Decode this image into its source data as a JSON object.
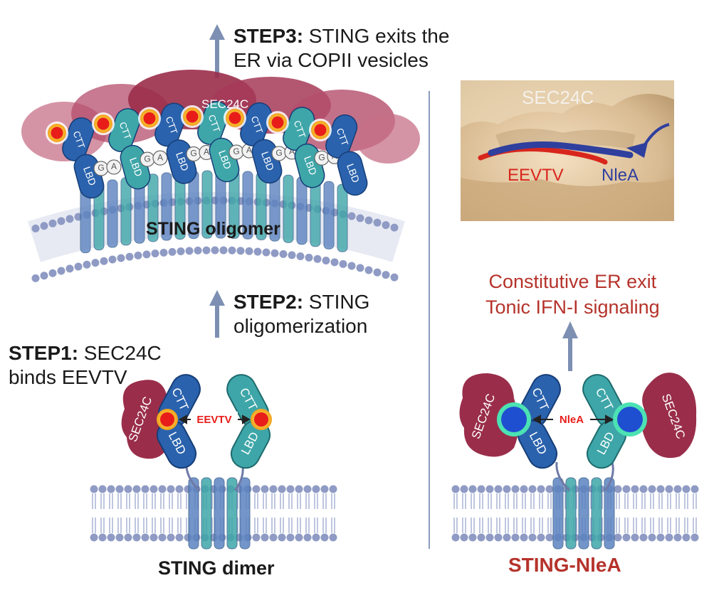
{
  "step3": {
    "bold": "STEP3:",
    "line1": " STING exits the",
    "line2": "ER via COPII vesicles"
  },
  "step2": {
    "bold": "STEP2:",
    "line1": " STING",
    "line2": "oligomerization"
  },
  "step1": {
    "bold": "STEP1:",
    "line1": " SEC24C",
    "line2": "binds EEVTV"
  },
  "oligomer_label": "STING oligomer",
  "dimer_label": "STING dimer",
  "nlea_title": "STING-NleA",
  "outcome": {
    "line1": "Constitutive ER exit",
    "line2": "Tonic IFN-I signaling"
  },
  "structure": {
    "sec24c": "SEC24C",
    "eevtv": "EEVTV",
    "nlea": "NleA"
  },
  "oligo_sec24c": "SEC24C",
  "domains": {
    "ctt": "CTT",
    "lbd": "LBD",
    "sec24c": "SEC24C",
    "g": "G",
    "a": "A"
  },
  "motifs": {
    "eevtv": "EEVTV",
    "nlea": "NleA"
  },
  "colors": {
    "sting_blue": "#2a62ad",
    "sting_teal": "#3ea6a8",
    "sec24c_maroon": "#9a2e4a",
    "lipid_head": "#8f9bc4",
    "arrow": "#7d8fb2",
    "red_text": "#b5332b",
    "motif_red": "#e81d1a",
    "nlea_blue": "#1f4fd1",
    "nlea_ring": "#4ce2b3"
  }
}
